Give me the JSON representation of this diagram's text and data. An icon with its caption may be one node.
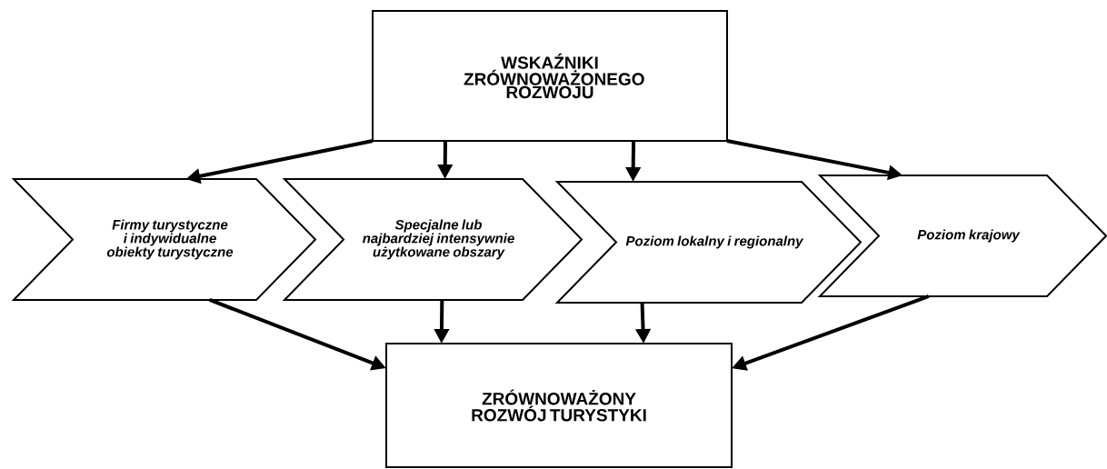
{
  "diagram": {
    "nodes": [
      {
        "text": [
          "WSKAŹNIKI ZRÓWNOWAŻONEGO ROZWOJU"
        ]
      },
      {
        "text": [
          "Firmy turystyczne i indywidualne obiekty turystyczne"
        ]
      },
      {
        "text": [
          "Specjalne lub najbardziej intensywnie użytkowane obszary"
        ]
      },
      {
        "text": [
          "Poziom lokalny i regionalny"
        ]
      },
      {
        "text": [
          "Poziom krajowy"
        ]
      },
      {
        "text": [
          "ZRÓWNOWAŻONY ROZWÓJ TURYSTYKI"
        ]
      }
    ],
    "edges": [
      {
        "from": 0,
        "to": 1,
        "arrow": "to"
      },
      {
        "from": 0,
        "to": 2,
        "arrow": "to"
      },
      {
        "from": 0,
        "to": 3,
        "arrow": "to"
      },
      {
        "from": 0,
        "to": 4,
        "arrow": "to"
      },
      {
        "from": 1,
        "to": 5,
        "arrow": "to"
      },
      {
        "from": 2,
        "to": 5,
        "arrow": "to"
      },
      {
        "from": 3,
        "to": 5,
        "arrow": "to"
      },
      {
        "from": 4,
        "to": 5,
        "arrow": "to"
      }
    ]
  }
}
